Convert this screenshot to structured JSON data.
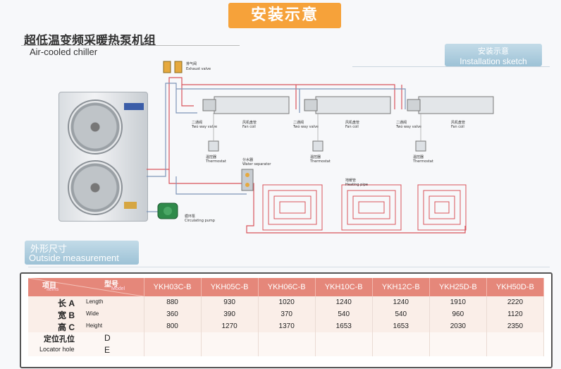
{
  "banner": "安装示意",
  "title_cn": "超低温变频采暖热泵机组",
  "title_en": "Air-cooled chiller",
  "sketch": {
    "cn": "安装示意",
    "en": "Installation sketch"
  },
  "outside": {
    "cn": "外形尺寸",
    "en": "Outside measurement"
  },
  "diagram_labels": {
    "exhaust": "排气阀",
    "exhaust_en": "Exhaust valve",
    "two_way": "二通阀",
    "two_way_en": "Two way valve",
    "fan_coil": "风机盘管",
    "fan_coil_en": "Fan coil",
    "thermostat": "温控器",
    "thermostat_en": "Thermostat",
    "separator": "分水器",
    "separator_en": "Water separator",
    "heating_pipe": "地暖管",
    "heating_pipe_en": "Heating pipe",
    "pump": "循环泵",
    "pump_en": "Circulating pump"
  },
  "table": {
    "corner_item_cn": "项目",
    "corner_item_en": "Items",
    "corner_model_cn": "型号",
    "corner_model_en": "Model",
    "models": [
      "YKH03C-B",
      "YKH05C-B",
      "YKH06C-B",
      "YKH10C-B",
      "YKH12C-B",
      "YKH25D-B",
      "YKH50D-B"
    ],
    "rows": [
      {
        "cn": "长 A",
        "en": "Length",
        "values": [
          "880",
          "930",
          "1020",
          "1240",
          "1240",
          "1910",
          "2220"
        ]
      },
      {
        "cn": "宽 B",
        "en": "Wide",
        "values": [
          "360",
          "390",
          "370",
          "540",
          "540",
          "960",
          "1120"
        ]
      },
      {
        "cn": "高 C",
        "en": "Height",
        "values": [
          "800",
          "1270",
          "1370",
          "1653",
          "1653",
          "2030",
          "2350"
        ]
      }
    ],
    "locator_cn": "定位孔位",
    "locator_en": "Locator hole",
    "locator_letters": [
      "D",
      "E"
    ]
  }
}
